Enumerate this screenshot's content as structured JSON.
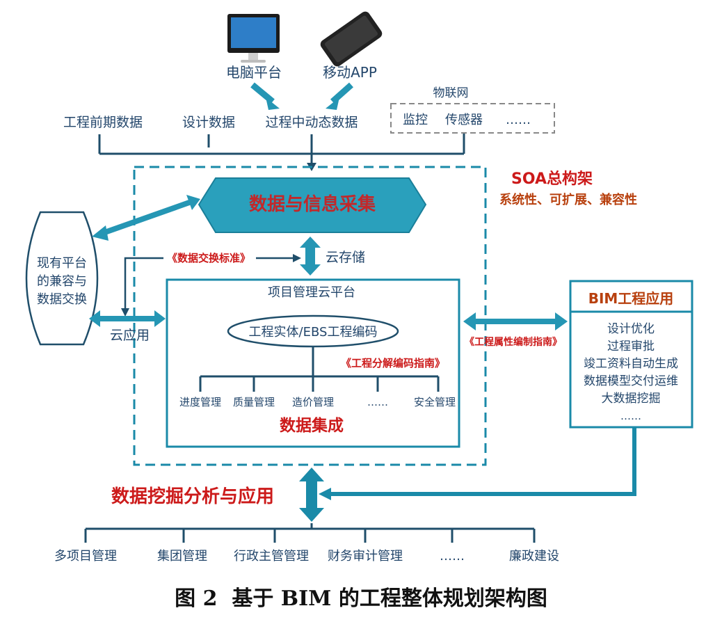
{
  "devices": {
    "pc_label": "电脑平台",
    "app_label": "移动APP"
  },
  "iot": {
    "title": "物联网",
    "items": [
      "监控",
      "传感器",
      "……"
    ]
  },
  "inputs": [
    "工程前期数据",
    "设计数据",
    "过程中动态数据"
  ],
  "soa": {
    "title": "SOA总构架",
    "subtitle": "系统性、可扩展、兼容性"
  },
  "collection": "数据与信息采集",
  "exchange_standard": "《数据交换标准》",
  "cloud_storage": "云存储",
  "cloud_app": "云应用",
  "legacy": {
    "lines": [
      "现有平台",
      "的兼容与",
      "数据交换"
    ]
  },
  "platform": {
    "title": "项目管理云平台",
    "ebs": "工程实体/EBS工程编码",
    "guide": "《工程分解编码指南》",
    "modules": [
      "进度管理",
      "质量管理",
      "造价管理",
      "……",
      "安全管理"
    ],
    "integration": "数据集成"
  },
  "attr_guide": "《工程属性编制指南》",
  "bim": {
    "title": "BIM工程应用",
    "items": [
      "设计优化",
      "过程审批",
      "竣工资料自动生成",
      "数据模型交付运维",
      "大数据挖掘",
      "……"
    ]
  },
  "mining": "数据挖掘分析与应用",
  "bottom": [
    "多项目管理",
    "集团管理",
    "行政主管管理",
    "财务审计管理",
    "……",
    "廉政建设"
  ],
  "caption": "图 2  基于 BIM 的工程整体规划架构图",
  "colors": {
    "teal": "#1a8aa8",
    "dark_line": "#1f4e6a",
    "red": "#cc1a1a",
    "caption": "#111111"
  }
}
